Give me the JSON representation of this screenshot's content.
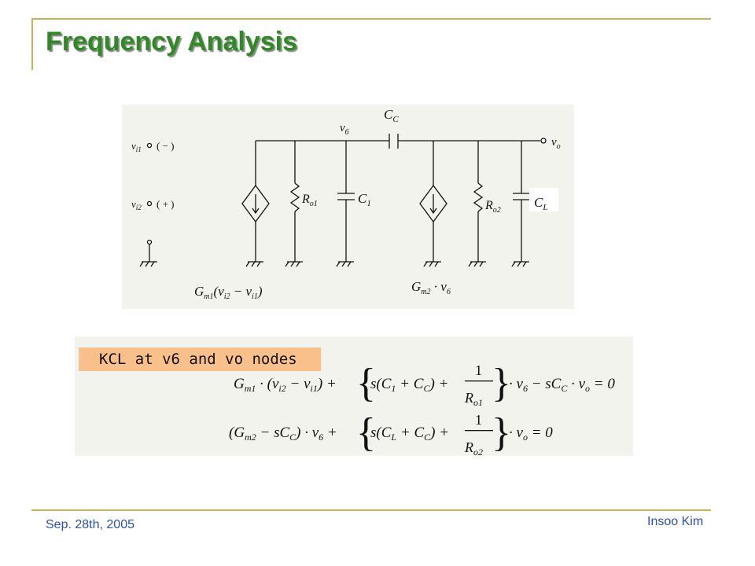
{
  "slide": {
    "title": "Frequency Analysis",
    "footer_date": "Sep. 28th, 2005",
    "footer_author": "Insoo Kim"
  },
  "circuit": {
    "input_minus_node": "v_i1",
    "input_minus_sign": "( − )",
    "input_plus_node": "v_i2",
    "input_plus_sign": "( + )",
    "node_v6": "v_6",
    "node_vo": "v_o",
    "capacitor_cc": "C_C",
    "resistor_ro1": "R_o1",
    "capacitor_c1": "C_1",
    "resistor_ro2": "R_o2",
    "capacitor_cl": "C_L",
    "source1_expr": "G_m1(v_i2 − v_i1)",
    "source2_expr": "G_m2 · v_6"
  },
  "equations": {
    "kcl_label": "KCL at v6 and vo nodes",
    "eq1": "G_m1 · (v_i2 − v_i1) + { s(C_1 + C_C) + 1/R_o1 } · v_6 − sC_C · v_o = 0",
    "eq2": "(G_m2 − sC_C) · v_6 + { s(C_L + C_C) + 1/R_o2 } · v_o = 0"
  },
  "colors": {
    "title": "#2f8a25",
    "frame": "#c9b25a",
    "footer_text": "#2d4fb5",
    "kcl_highlight": "#f9c08c",
    "panel_background": "#f3f3ed"
  }
}
